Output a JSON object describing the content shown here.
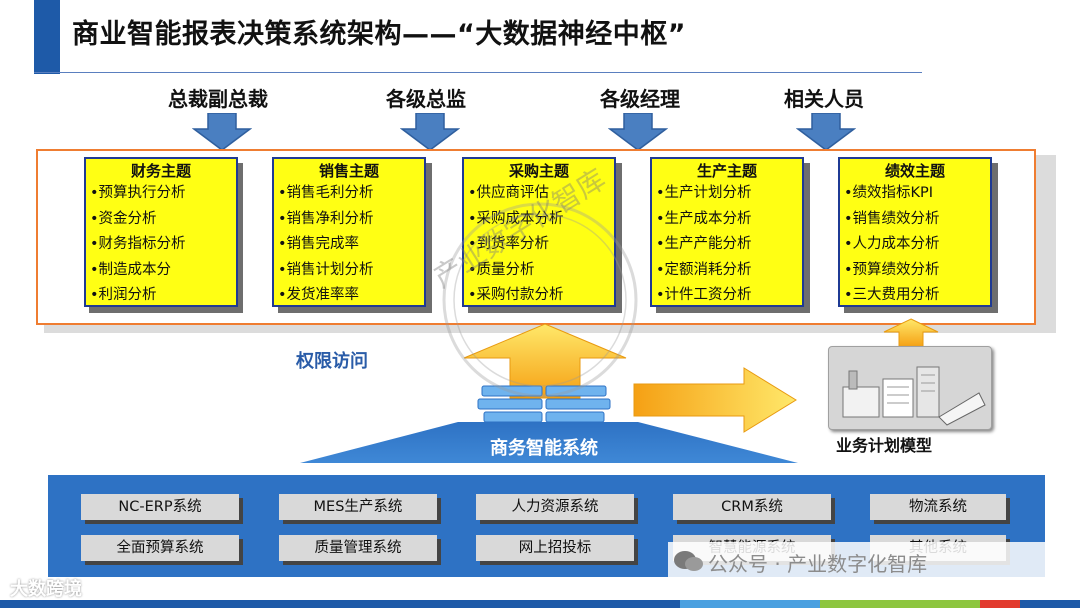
{
  "title": "商业智能报表决策系统架构——“大数据神经中枢”",
  "roles": [
    "总裁副总裁",
    "各级总监",
    "各级经理",
    "相关人员"
  ],
  "subjects": [
    {
      "title": "财务主题",
      "items": [
        "•预算执行分析",
        "•资金分析",
        "•财务指标分析",
        "•制造成本分",
        "•利润分析"
      ]
    },
    {
      "title": "销售主题",
      "items": [
        "•销售毛利分析",
        "•销售净利分析",
        "•销售完成率",
        "•销售计划分析",
        "•发货准率率"
      ]
    },
    {
      "title": "采购主题",
      "items": [
        "•供应商评估",
        "•采购成本分析",
        "•到货率分析",
        "•质量分析",
        "•采购付款分析"
      ]
    },
    {
      "title": "生产主题",
      "items": [
        "•生产计划分析",
        "•生产成本分析",
        "•生产产能分析",
        "•定额消耗分析",
        "•计件工资分析"
      ]
    },
    {
      "title": "绩效主题",
      "items": [
        "•绩效指标KPI",
        "•销售绩效分析",
        "•人力成本分析",
        "•预算绩效分析",
        "•三大费用分析"
      ]
    }
  ],
  "labels": {
    "access": "权限访问",
    "bi_system": "商务智能系统",
    "plan_model": "业务计划模型"
  },
  "systems": [
    [
      "NC-ERP系统",
      "MES生产系统",
      "人力资源系统",
      "CRM系统",
      "物流系统"
    ],
    [
      "全面预算系统",
      "质量管理系统",
      "网上招投标",
      "智慧能源系统",
      "其他系统"
    ]
  ],
  "watermarks": {
    "stamp": "产业数字化智库",
    "wechat": "公众号 · 产业数字化智库",
    "brand": "大数跨境"
  },
  "colors": {
    "card_fill": "#ffff14",
    "card_border": "#1f3a93",
    "panel_border": "#ef7d31",
    "bottom_panel": "#2e72c4",
    "arrow_blue": "#4a7fc1",
    "arrow_orange": "#f6a51a"
  }
}
